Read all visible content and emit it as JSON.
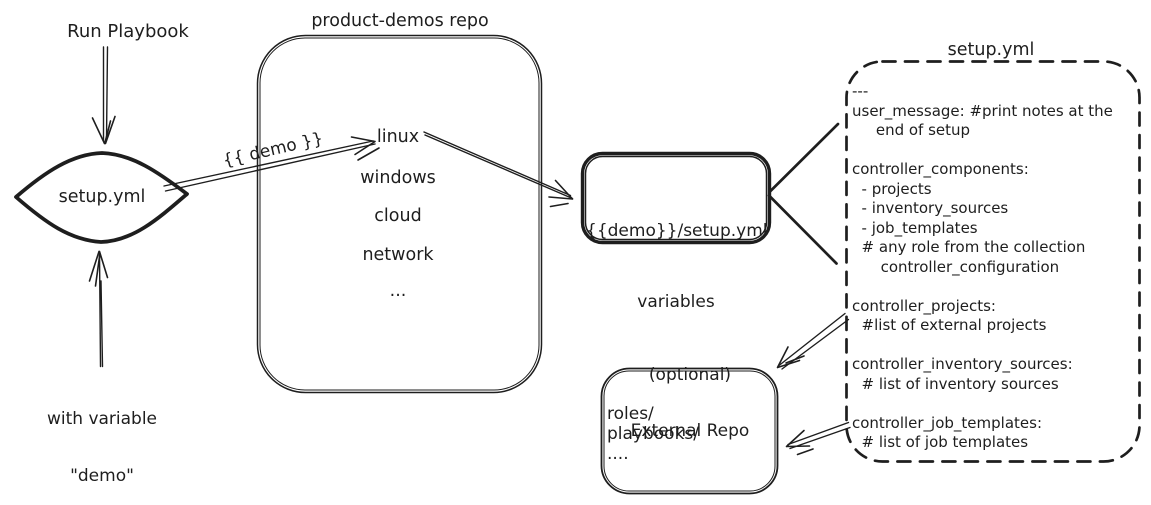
{
  "colors": {
    "ink": "#1e1e1e",
    "background": "#ffffff"
  },
  "left_flow": {
    "run_playbook_label": "Run Playbook",
    "diamond_label": "setup.yml",
    "arrow_label": "{{ demo }}",
    "with_variable_line1": "with variable",
    "with_variable_line2": "\"demo\""
  },
  "product_demos": {
    "title": "product-demos repo",
    "items": [
      "linux",
      "windows",
      "cloud",
      "network",
      "..."
    ]
  },
  "variables_box": {
    "line1": "{{demo}}/setup.yml",
    "line2": "variables"
  },
  "setup_yml": {
    "title": "setup.yml",
    "lines": [
      "---",
      "user_message: #print notes at the",
      "     end of setup",
      "",
      "controller_components:",
      "  - projects",
      "  - inventory_sources",
      "  - job_templates",
      "  # any role from the collection",
      "      controller_configuration",
      "",
      "controller_projects:",
      "  #list of external projects",
      "",
      "controller_inventory_sources:",
      "  # list of inventory sources",
      "",
      "controller_job_templates:",
      "  # list of job templates"
    ]
  },
  "external_repo": {
    "title_line1": "(optional)",
    "title_line2": "External Repo",
    "lines": [
      "roles/",
      "playbooks/",
      "...."
    ]
  }
}
